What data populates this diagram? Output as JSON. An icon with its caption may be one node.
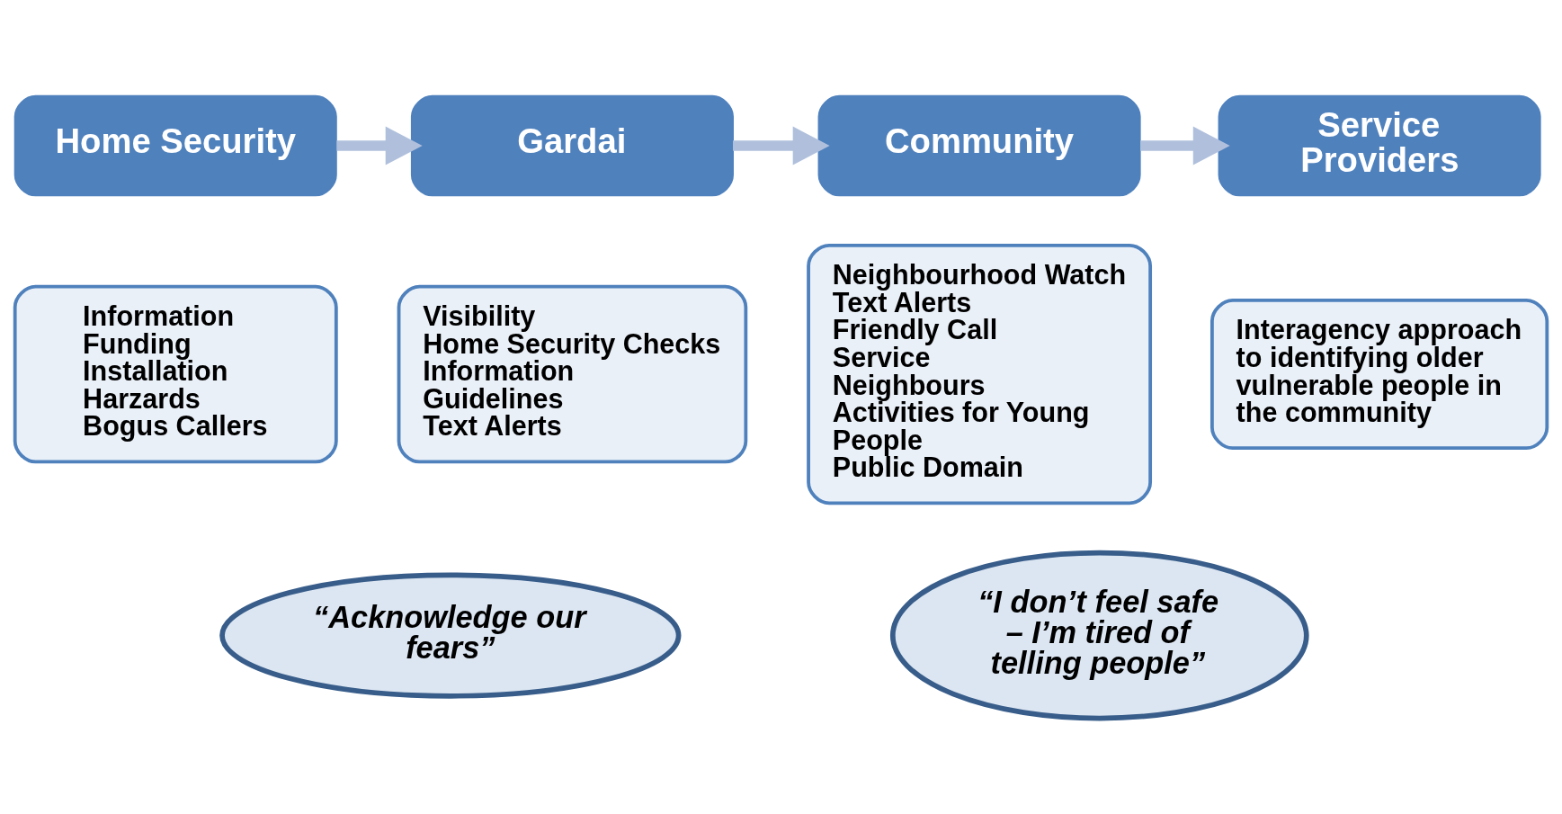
{
  "diagram": {
    "nodes": [
      {
        "text": [
          "Home Security"
        ]
      },
      {
        "text": [
          "Information",
          "Funding",
          "Installation",
          "Harzards",
          "Bogus Callers"
        ]
      },
      {
        "text": [
          "Gardai"
        ]
      },
      {
        "text": [
          "Visibility",
          "Home Security Checks",
          "Information",
          "Guidelines",
          "Text Alerts"
        ]
      },
      {
        "text": [
          "Community"
        ]
      },
      {
        "text": [
          "Neighbourhood Watch",
          "Text Alerts",
          "Friendly Call Service",
          "Neighbours",
          "Activities for Young People",
          "Public Domain"
        ]
      },
      {
        "text": [
          "Service Providers"
        ]
      },
      {
        "text": [
          "Interagency approach to identifying older vulnerable people in the community"
        ]
      },
      {
        "text": [
          "“Acknowledge our fears”"
        ]
      },
      {
        "text": [
          "“I don’t feel safe – I’m tired of telling people”"
        ]
      }
    ],
    "edges": [
      {
        "from": 0,
        "to": 2,
        "arrow": "to"
      },
      {
        "from": 2,
        "to": 4,
        "arrow": "to"
      },
      {
        "from": 4,
        "to": 6,
        "arrow": "to"
      }
    ]
  }
}
